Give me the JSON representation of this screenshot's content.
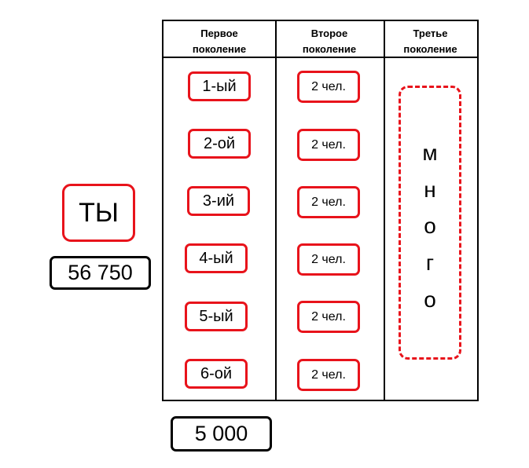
{
  "headers": {
    "first": [
      "Первое",
      "поколение"
    ],
    "second": [
      "Второе",
      "поколение"
    ],
    "third": [
      "Третье",
      "поколение"
    ]
  },
  "first_generation": [
    "1-ый",
    "2-ой",
    "3-ий",
    "4-ый",
    "5-ый",
    "6-ой"
  ],
  "second_generation": [
    "2 чел.",
    "2 чел.",
    "2 чел.",
    "2 чел.",
    "2 чел.",
    "2 чел."
  ],
  "third_generation": [
    "м",
    "н",
    "о",
    "г",
    "о"
  ],
  "you": {
    "label": "ТЫ",
    "value": "56 750"
  },
  "first_generation_total": "5 000",
  "colors": {
    "accent_red": "#e8131b",
    "border_black": "#000000"
  }
}
